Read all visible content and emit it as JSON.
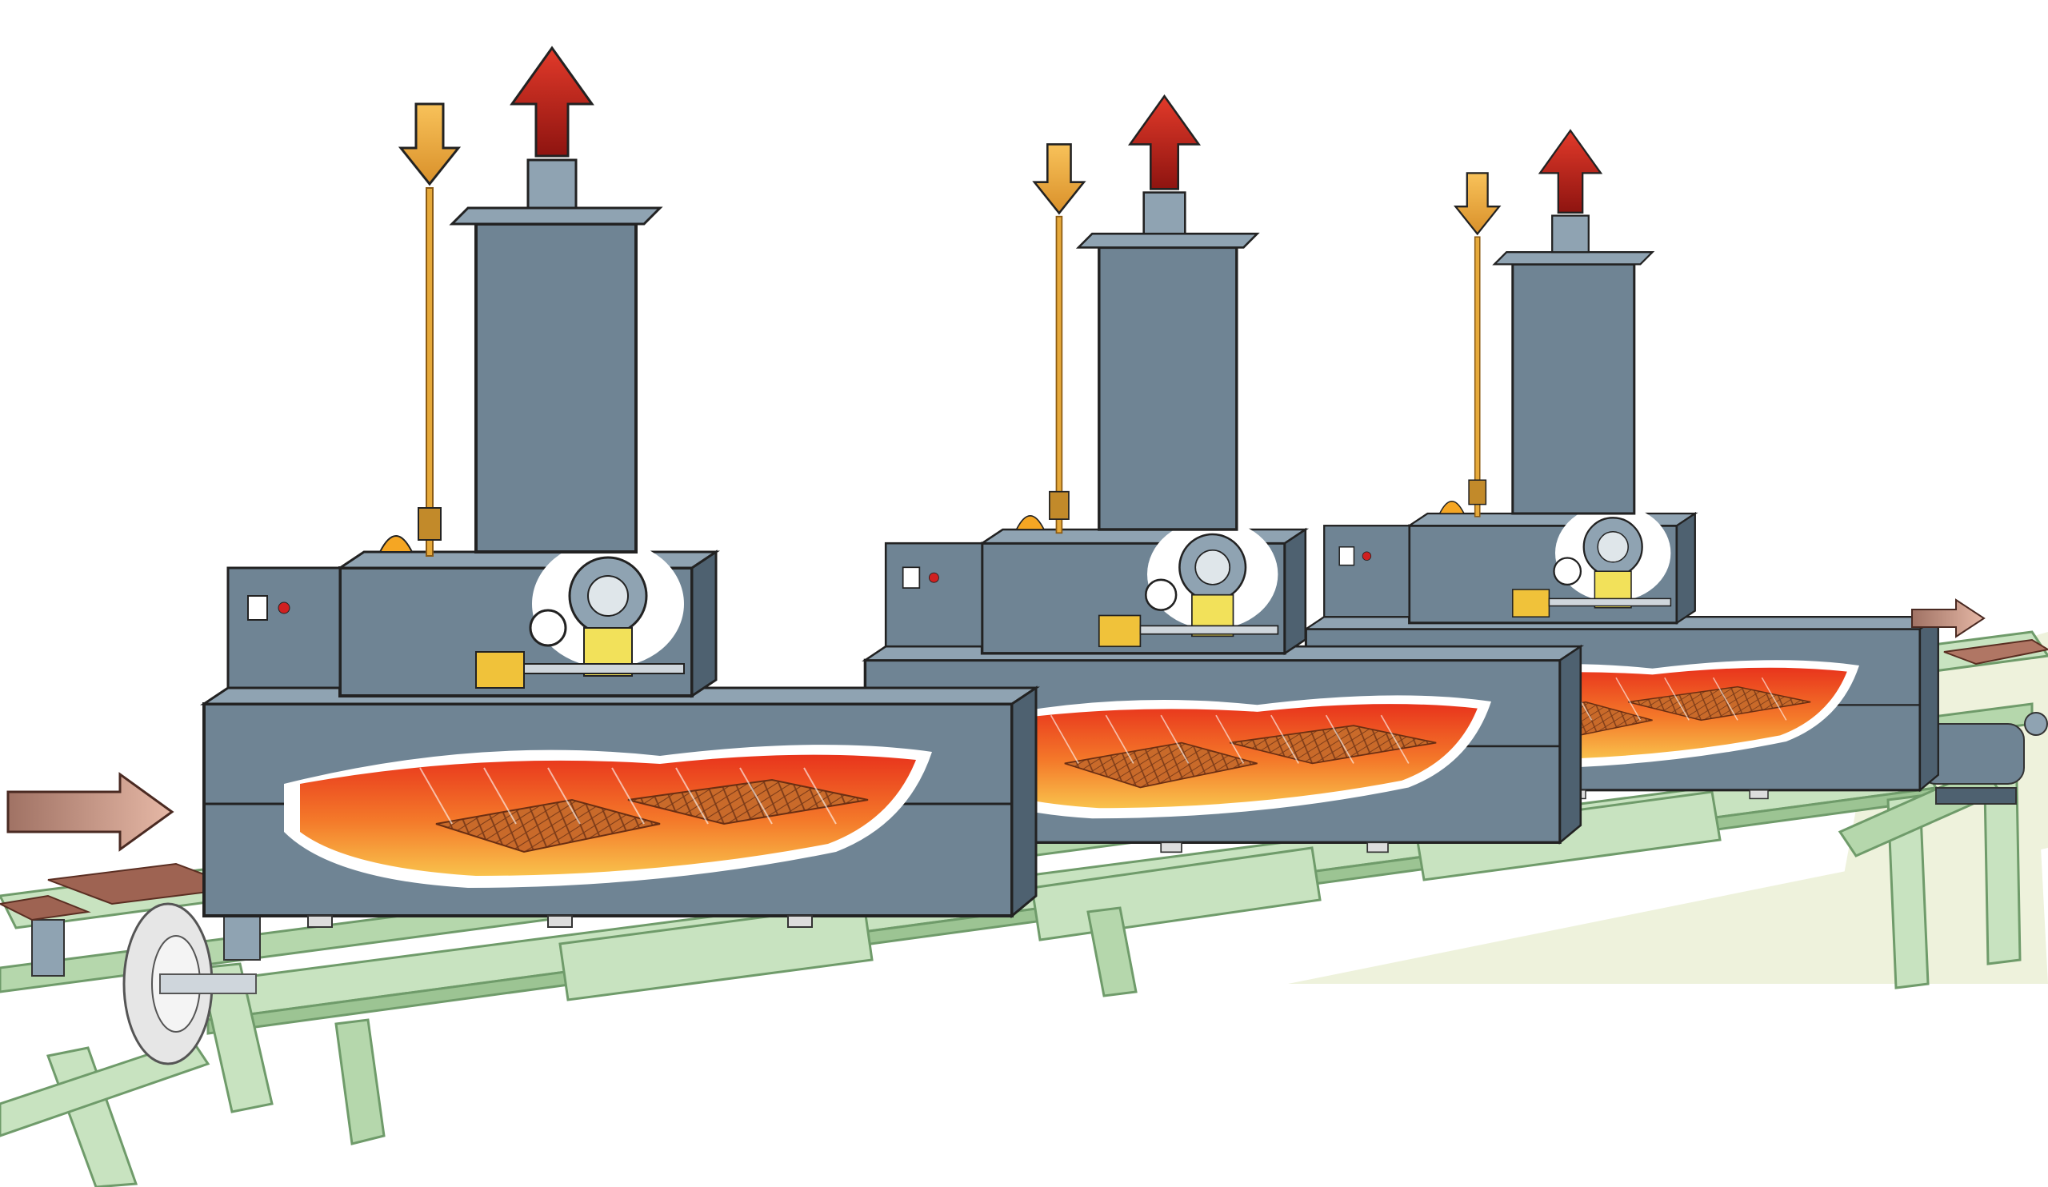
{
  "diagram": {
    "kind": "conveyor-oven-illustration",
    "has_text": false,
    "units": [
      {
        "id": "unit-1",
        "burner": "gas-burner",
        "heating": "infrared-flame",
        "tiles_inside": 2
      },
      {
        "id": "unit-2",
        "burner": "gas-burner",
        "heating": "infrared-flame",
        "tiles_inside": 2
      },
      {
        "id": "unit-3",
        "burner": "gas-burner",
        "heating": "infrared-flame",
        "tiles_inside": 2
      }
    ],
    "flows": {
      "gas_in": {
        "direction": "down",
        "color": "#f2b24a"
      },
      "exhaust_out": {
        "direction": "up",
        "color": "#c8201c"
      },
      "product_in": {
        "direction": "right",
        "color": "#d9a58f"
      },
      "product_out": {
        "direction": "right",
        "color": "#d9a58f"
      }
    },
    "colors": {
      "housing": "#6f8494",
      "housing_light": "#8fa3b2",
      "housing_dark": "#4e6170",
      "frame": "#c8e3c0",
      "frame_dark": "#8fb58a",
      "floor": "#eef2dc",
      "flame_hot": "#e8341c",
      "flame_warm": "#f7a23a",
      "tile": "#9e6352"
    }
  }
}
